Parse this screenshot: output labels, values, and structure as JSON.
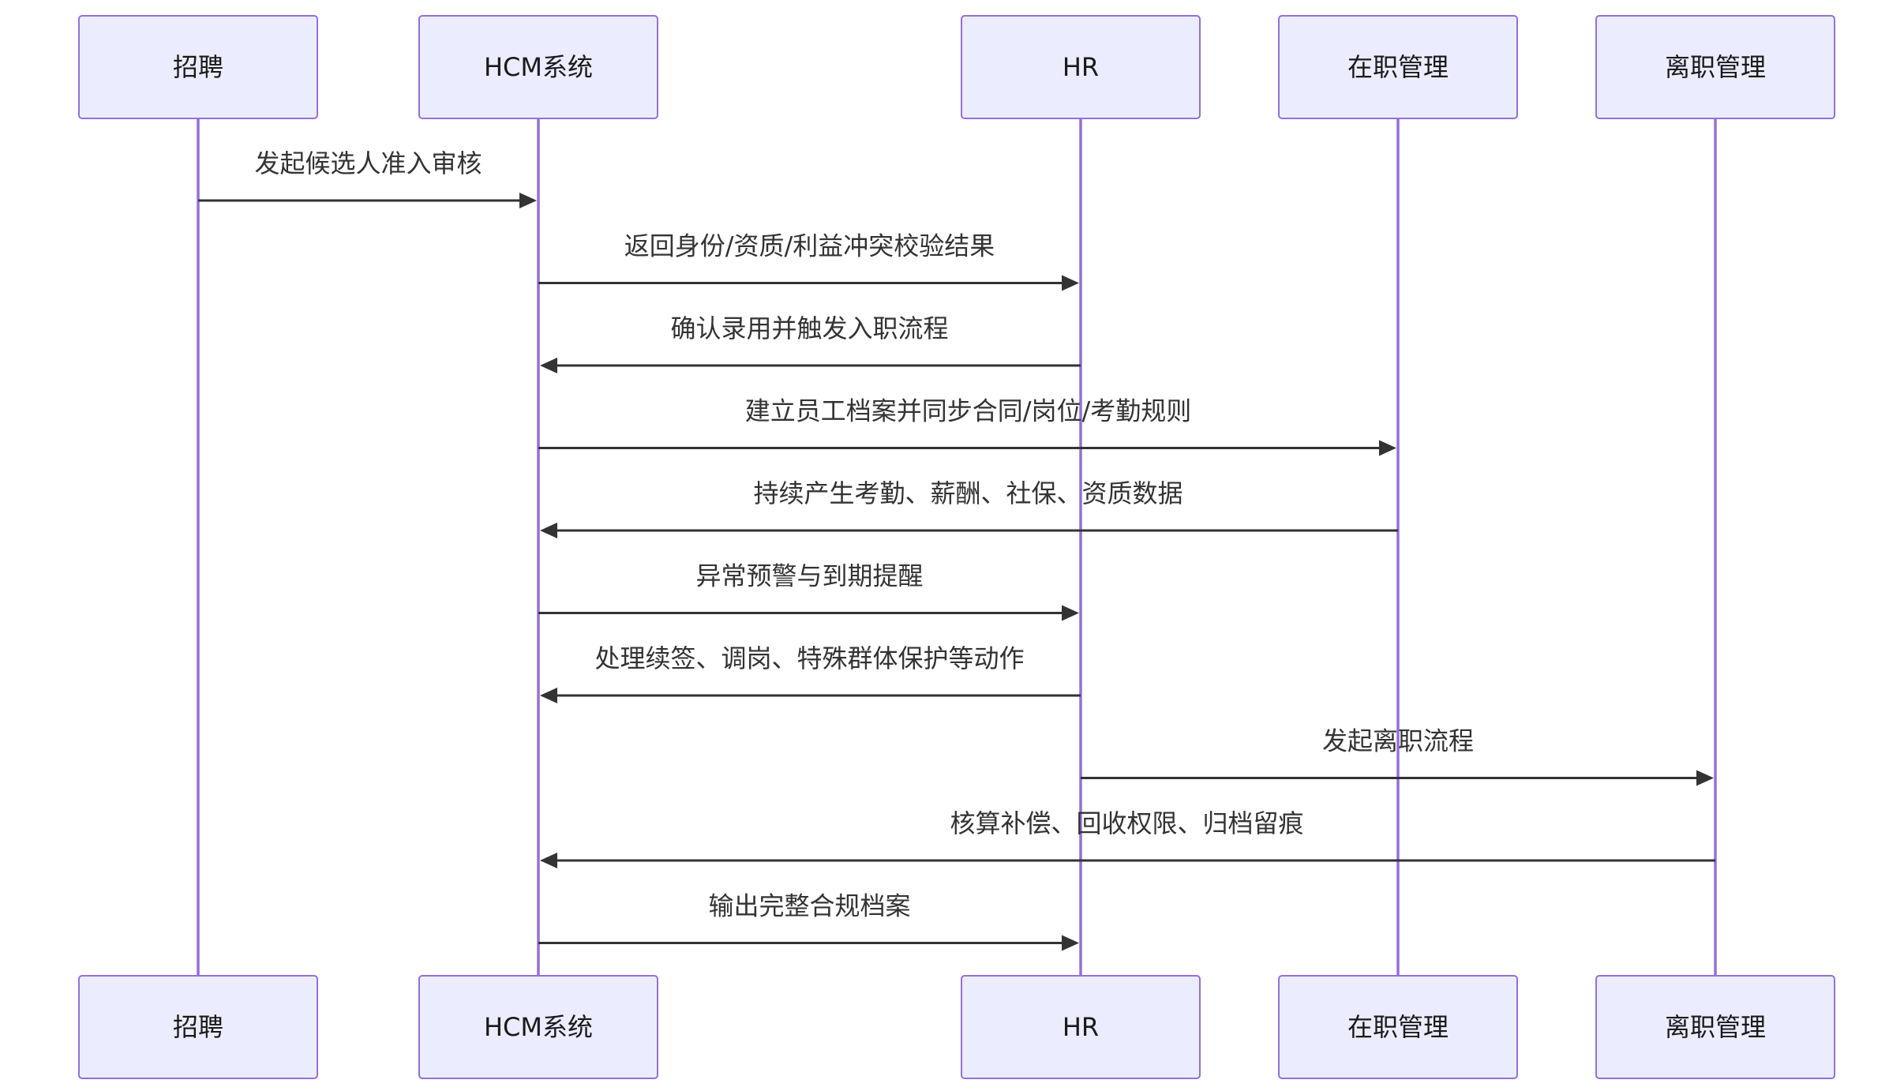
{
  "participants": [
    {
      "id": "recruit",
      "label": "招聘"
    },
    {
      "id": "hcm",
      "label": "HCM系统"
    },
    {
      "id": "hr",
      "label": "HR"
    },
    {
      "id": "onjob",
      "label": "在职管理"
    },
    {
      "id": "offboard",
      "label": "离职管理"
    }
  ],
  "messages": [
    {
      "from": "recruit",
      "to": "hcm",
      "text": "发起候选人准入审核"
    },
    {
      "from": "hcm",
      "to": "hr",
      "text": "返回身份/资质/利益冲突校验结果"
    },
    {
      "from": "hr",
      "to": "hcm",
      "text": "确认录用并触发入职流程"
    },
    {
      "from": "hcm",
      "to": "onjob",
      "text": "建立员工档案并同步合同/岗位/考勤规则"
    },
    {
      "from": "onjob",
      "to": "hcm",
      "text": "持续产生考勤、薪酬、社保、资质数据"
    },
    {
      "from": "hcm",
      "to": "hr",
      "text": "异常预警与到期提醒"
    },
    {
      "from": "hr",
      "to": "hcm",
      "text": "处理续签、调岗、特殊群体保护等动作"
    },
    {
      "from": "hr",
      "to": "offboard",
      "text": "发起离职流程"
    },
    {
      "from": "offboard",
      "to": "hcm",
      "text": "核算补偿、回收权限、归档留痕"
    },
    {
      "from": "hcm",
      "to": "hr",
      "text": "输出完整合规档案"
    }
  ],
  "colors": {
    "actor_fill": "#ECECFF",
    "actor_stroke": "#9370DB",
    "lifeline": "#9370DB",
    "message": "#333333"
  }
}
